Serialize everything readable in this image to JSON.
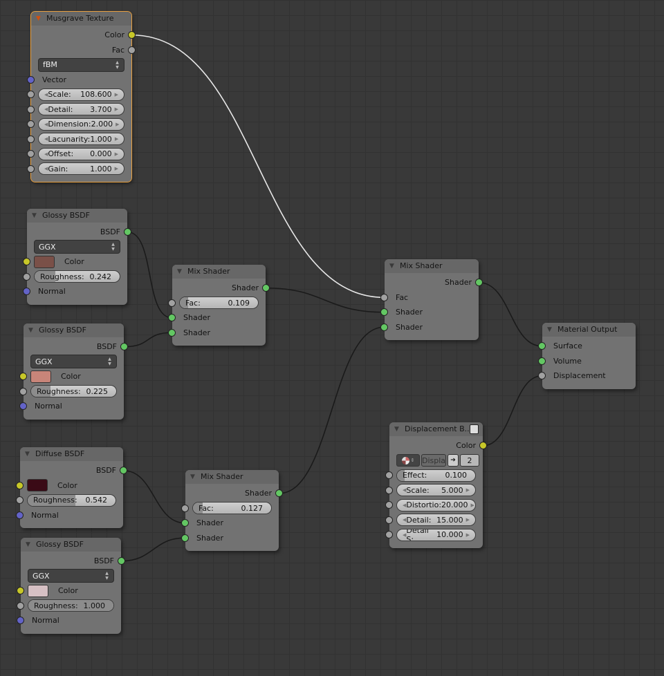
{
  "colors": {
    "shader_socket": "#63c763",
    "color_socket": "#c7c729",
    "float_socket": "#a1a1a1",
    "vector_socket": "#6363c7",
    "selected_outline": "#e8a040"
  },
  "nodes": [
    {
      "id": "musgrave",
      "title": "Musgrave Texture",
      "selected": true,
      "rows": [
        {
          "type": "out",
          "label": "Color",
          "socket": "color"
        },
        {
          "type": "out",
          "label": "Fac",
          "socket": "float"
        },
        {
          "type": "dropdown",
          "value": "fBM"
        },
        {
          "type": "in",
          "label": "Vector",
          "socket": "vector"
        },
        {
          "type": "field",
          "label": "Scale:",
          "value": "108.600"
        },
        {
          "type": "field",
          "label": "Detail:",
          "value": "3.700"
        },
        {
          "type": "field",
          "label": "Dimension:",
          "value": "2.000"
        },
        {
          "type": "field",
          "label": "Lacunarity:",
          "value": "1.000"
        },
        {
          "type": "field",
          "label": "Offset:",
          "value": "0.000"
        },
        {
          "type": "field",
          "label": "Gain:",
          "value": "1.000"
        }
      ]
    },
    {
      "id": "glossy1",
      "title": "Glossy BSDF",
      "rows": [
        {
          "type": "out",
          "label": "BSDF",
          "socket": "shader"
        },
        {
          "type": "dropdown",
          "value": "GGX"
        },
        {
          "type": "color",
          "label": "Color",
          "swatch": "#7a5048"
        },
        {
          "type": "field",
          "label": "Roughness:",
          "value": "0.242",
          "slider": 0.242
        },
        {
          "type": "in",
          "label": "Normal",
          "socket": "vector"
        }
      ]
    },
    {
      "id": "glossy2",
      "title": "Glossy BSDF",
      "rows": [
        {
          "type": "out",
          "label": "BSDF",
          "socket": "shader"
        },
        {
          "type": "dropdown",
          "value": "GGX"
        },
        {
          "type": "color",
          "label": "Color",
          "swatch": "#c88579"
        },
        {
          "type": "field",
          "label": "Roughness:",
          "value": "0.225",
          "slider": 0.225
        },
        {
          "type": "in",
          "label": "Normal",
          "socket": "vector"
        }
      ]
    },
    {
      "id": "diffuse",
      "title": "Diffuse BSDF",
      "rows": [
        {
          "type": "out",
          "label": "BSDF",
          "socket": "shader"
        },
        {
          "type": "color",
          "label": "Color",
          "swatch": "#3a0a16"
        },
        {
          "type": "field",
          "label": "Roughness:",
          "value": "0.542",
          "slider": 0.542
        },
        {
          "type": "in",
          "label": "Normal",
          "socket": "vector"
        }
      ]
    },
    {
      "id": "glossy3",
      "title": "Glossy BSDF",
      "rows": [
        {
          "type": "out",
          "label": "BSDF",
          "socket": "shader"
        },
        {
          "type": "dropdown",
          "value": "GGX"
        },
        {
          "type": "color",
          "label": "Color",
          "swatch": "#d6c0c4"
        },
        {
          "type": "field",
          "label": "Roughness:",
          "value": "1.000",
          "slider": 1.0
        },
        {
          "type": "in",
          "label": "Normal",
          "socket": "vector"
        }
      ]
    },
    {
      "id": "mix1",
      "title": "Mix Shader",
      "rows": [
        {
          "type": "out",
          "label": "Shader",
          "socket": "shader"
        },
        {
          "type": "field",
          "label": "Fac:",
          "value": "0.109",
          "slider": 0.109
        },
        {
          "type": "in",
          "label": "Shader",
          "socket": "shader"
        },
        {
          "type": "in",
          "label": "Shader",
          "socket": "shader"
        }
      ]
    },
    {
      "id": "mix2",
      "title": "Mix Shader",
      "rows": [
        {
          "type": "out",
          "label": "Shader",
          "socket": "shader"
        },
        {
          "type": "field",
          "label": "Fac:",
          "value": "0.127",
          "slider": 0.127
        },
        {
          "type": "in",
          "label": "Shader",
          "socket": "shader"
        },
        {
          "type": "in",
          "label": "Shader",
          "socket": "shader"
        }
      ]
    },
    {
      "id": "mix3",
      "title": "Mix Shader",
      "rows": [
        {
          "type": "out",
          "label": "Shader",
          "socket": "shader"
        },
        {
          "type": "in",
          "label": "Fac",
          "socket": "float"
        },
        {
          "type": "in",
          "label": "Shader",
          "socket": "shader"
        },
        {
          "type": "in",
          "label": "Shader",
          "socket": "shader"
        }
      ]
    },
    {
      "id": "output",
      "title": "Material Output",
      "rows": [
        {
          "type": "in",
          "label": "Surface",
          "socket": "shader"
        },
        {
          "type": "in",
          "label": "Volume",
          "socket": "shader"
        },
        {
          "type": "in",
          "label": "Displacement",
          "socket": "float"
        }
      ]
    },
    {
      "id": "displace",
      "title": "Displacement B...",
      "extra": true,
      "rows": [
        {
          "type": "out",
          "label": "Color",
          "socket": "color"
        },
        {
          "type": "texture",
          "value": "Displa",
          "users": "2"
        },
        {
          "type": "field",
          "label": "Effect:",
          "value": "0.100",
          "slider": 0.1
        },
        {
          "type": "field",
          "label": "Scale:",
          "value": "5.000"
        },
        {
          "type": "field",
          "label": "Distortio:",
          "value": "20.000"
        },
        {
          "type": "field",
          "label": "Detail:",
          "value": "15.000"
        },
        {
          "type": "field",
          "label": "Detail S:",
          "value": "10.000"
        }
      ]
    }
  ],
  "links": [
    {
      "from": "musgrave.0",
      "to": "mix3.1",
      "active": true
    },
    {
      "from": "glossy1.0",
      "to": "mix1.2"
    },
    {
      "from": "glossy2.0",
      "to": "mix1.3"
    },
    {
      "from": "mix1.0",
      "to": "mix3.2"
    },
    {
      "from": "diffuse.0",
      "to": "mix2.2"
    },
    {
      "from": "glossy3.0",
      "to": "mix2.3"
    },
    {
      "from": "mix2.0",
      "to": "mix3.3"
    },
    {
      "from": "mix3.0",
      "to": "output.0"
    },
    {
      "from": "displace.0",
      "to": "output.2"
    }
  ]
}
